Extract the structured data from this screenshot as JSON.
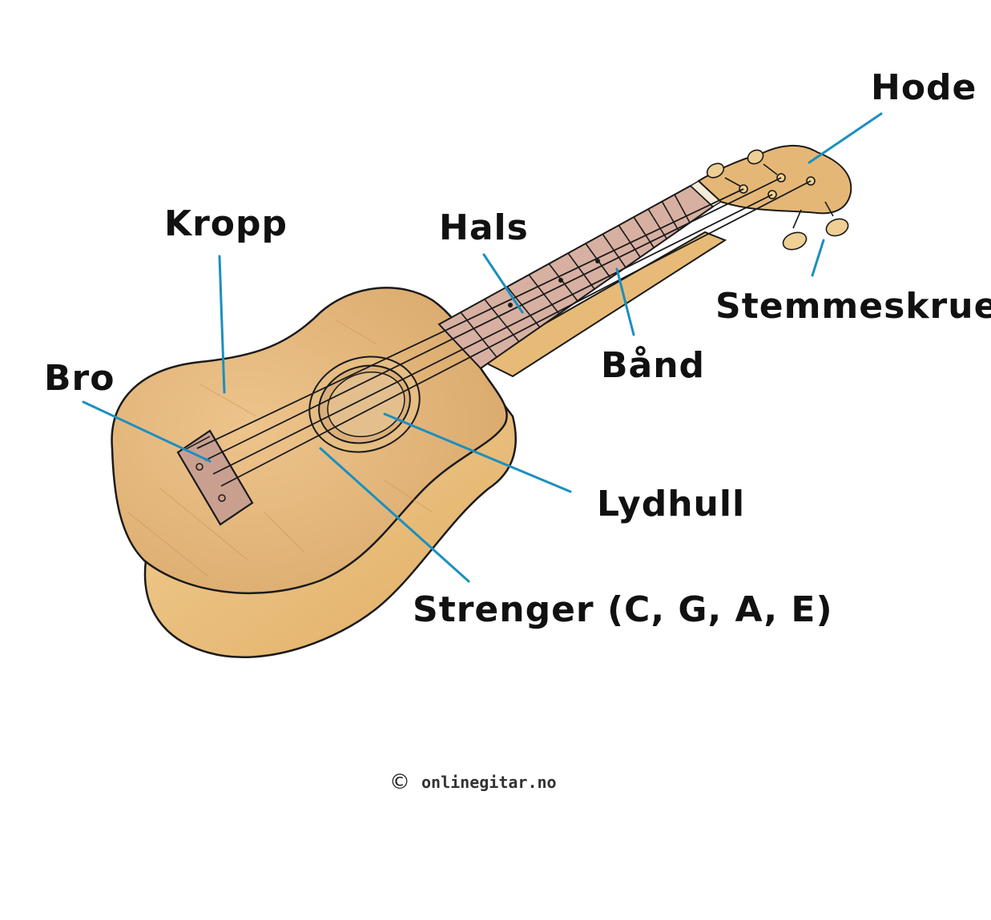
{
  "labels": {
    "head": "Hode",
    "body": "Kropp",
    "neck": "Hals",
    "tuning_pegs": "Stemmeskruer",
    "bridge": "Bro",
    "frets": "Bånd",
    "sound_hole": "Lydhull",
    "strings": "Strenger (C, G, A, E)"
  },
  "copyright": {
    "symbol": "©",
    "text": "onlinegitar.no"
  },
  "colors": {
    "leader_line": "#1b8fbf",
    "body_wood": "#e2b77a",
    "side_wood": "#ecc484",
    "fretboard": "#d9b3a6",
    "outline": "#1a1a1a"
  }
}
